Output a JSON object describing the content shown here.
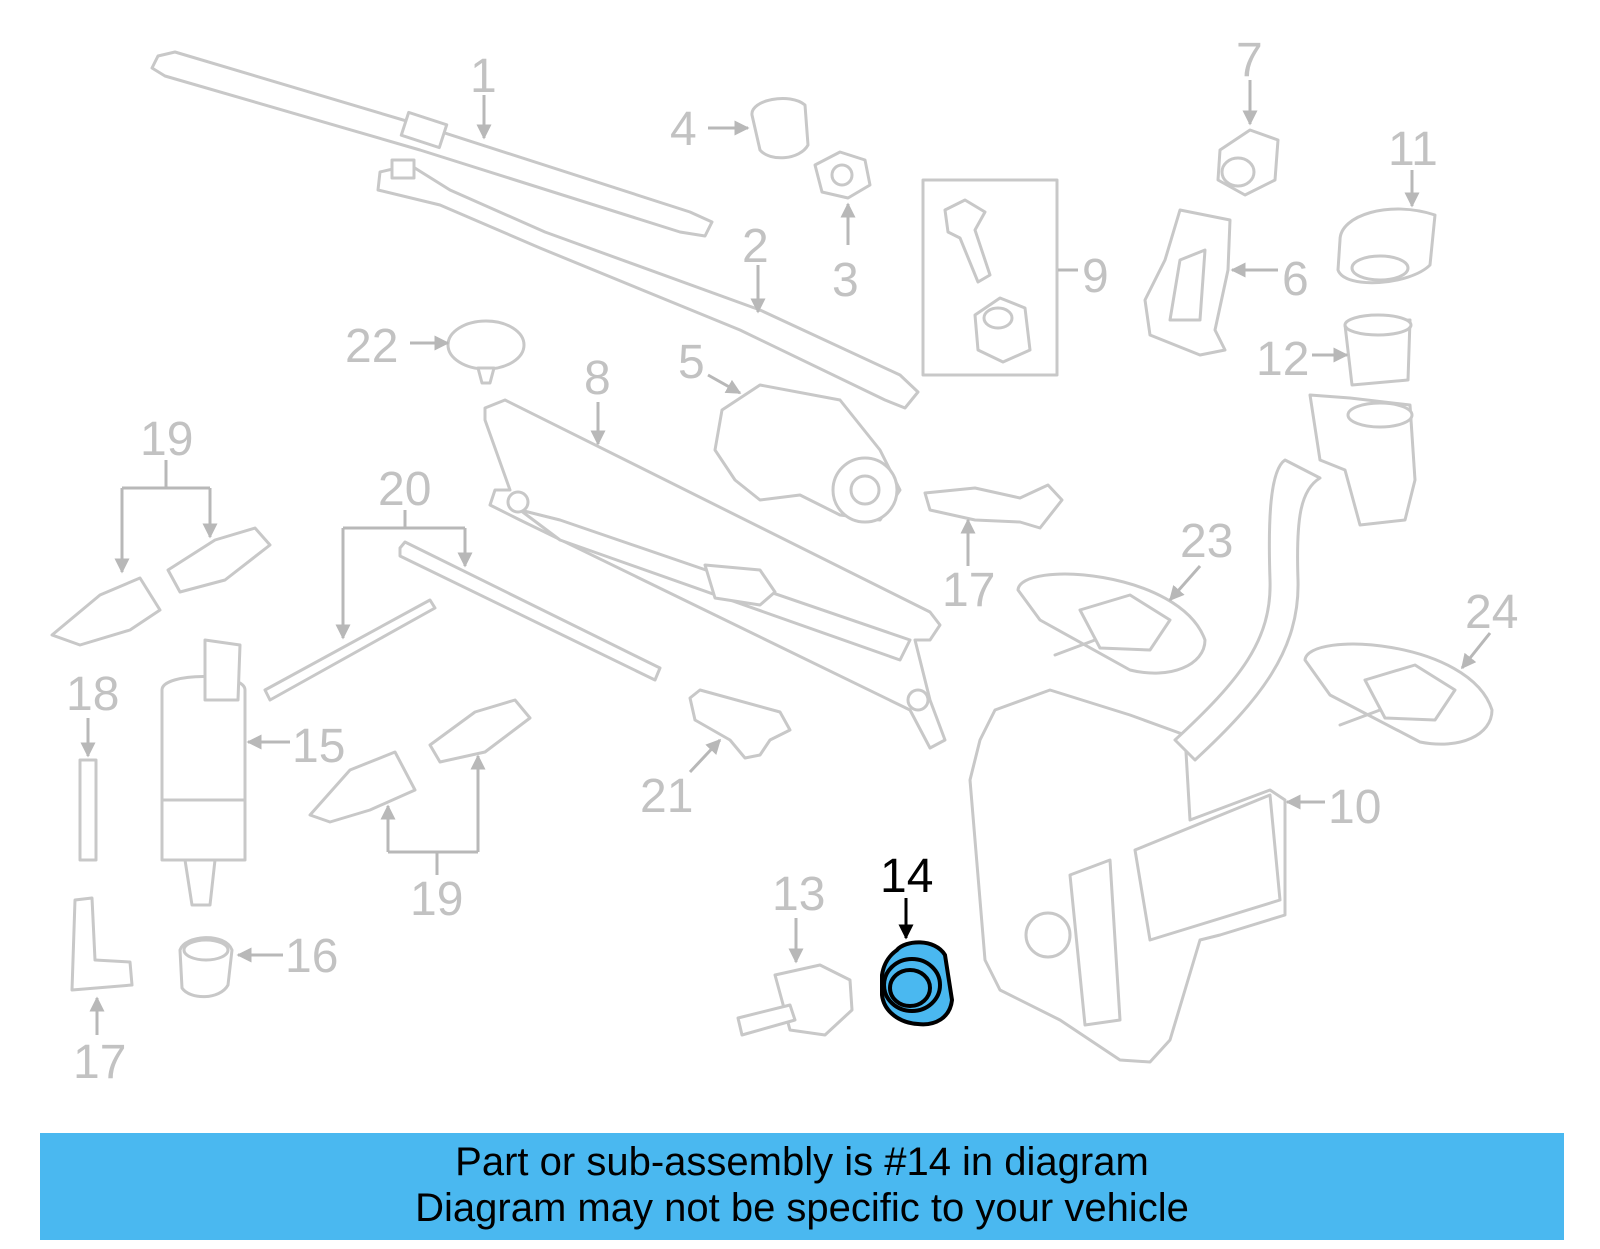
{
  "diagram": {
    "highlight_color": "#4ab8f0",
    "highlighted_part": "14",
    "labels": {
      "l1": "1",
      "l2": "2",
      "l3": "3",
      "l4": "4",
      "l5": "5",
      "l6": "6",
      "l7": "7",
      "l8": "8",
      "l9": "9",
      "l10": "10",
      "l11": "11",
      "l12": "12",
      "l13": "13",
      "l14": "14",
      "l15": "15",
      "l16": "16",
      "l17a": "17",
      "l17b": "17",
      "l18": "18",
      "l19a": "19",
      "l19b": "19",
      "l20": "20",
      "l21": "21",
      "l22": "22",
      "l23": "23",
      "l24": "24"
    }
  },
  "caption": {
    "line1": "Part or sub-assembly is #14 in diagram",
    "line2": "Diagram may not be specific to your vehicle",
    "background": "#4ab8f0"
  }
}
